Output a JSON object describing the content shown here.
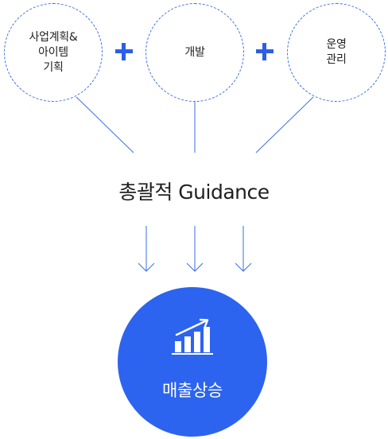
{
  "inputs": [
    {
      "label": "사업계획&\n아이템\n기획"
    },
    {
      "label": "개발"
    },
    {
      "label": "운영\n관리"
    }
  ],
  "center": {
    "label": "총괄적 Guidance"
  },
  "result": {
    "label": "매출상승",
    "icon": "growth-chart-icon"
  },
  "colors": {
    "accent": "#2c64ef",
    "line": "#3a6fe6",
    "text": "#222222"
  }
}
